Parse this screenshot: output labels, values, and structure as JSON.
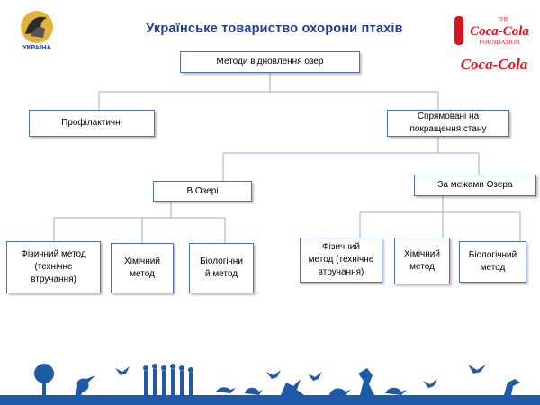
{
  "header": {
    "title": "Українське товариство охорони птахів",
    "left_logo_text": "УКРАЇНА",
    "right_logo_top": [
      "THE",
      "Coca-Cola",
      "FOUNDATION"
    ],
    "right_logo_bottom": "Coca-Cola"
  },
  "diagram": {
    "root": "Методи відновлення озер",
    "preventive": "Профілактичні",
    "improvement": "Спрямовані на\nпокращення стану",
    "in_lake": "В Озері",
    "outside_lake": "За межами Озера",
    "in_physical": "Фізичний метод\n(технічне\nвтручання)",
    "in_chemical": "Хімічний\nметод",
    "in_biological": "Біологічни\nй метод",
    "out_physical": "Фізичний\nметод (технічне\nвтручання)",
    "out_chemical": "Хімічний\nметод",
    "out_biological": "Біологічний\nметод"
  },
  "colors": {
    "title": "#1f3c95",
    "box_border": "#4d74a8",
    "connector": "#9aaccf",
    "coca_cola_red": "#d7161e",
    "footer_blue": "#1e5aa8"
  }
}
